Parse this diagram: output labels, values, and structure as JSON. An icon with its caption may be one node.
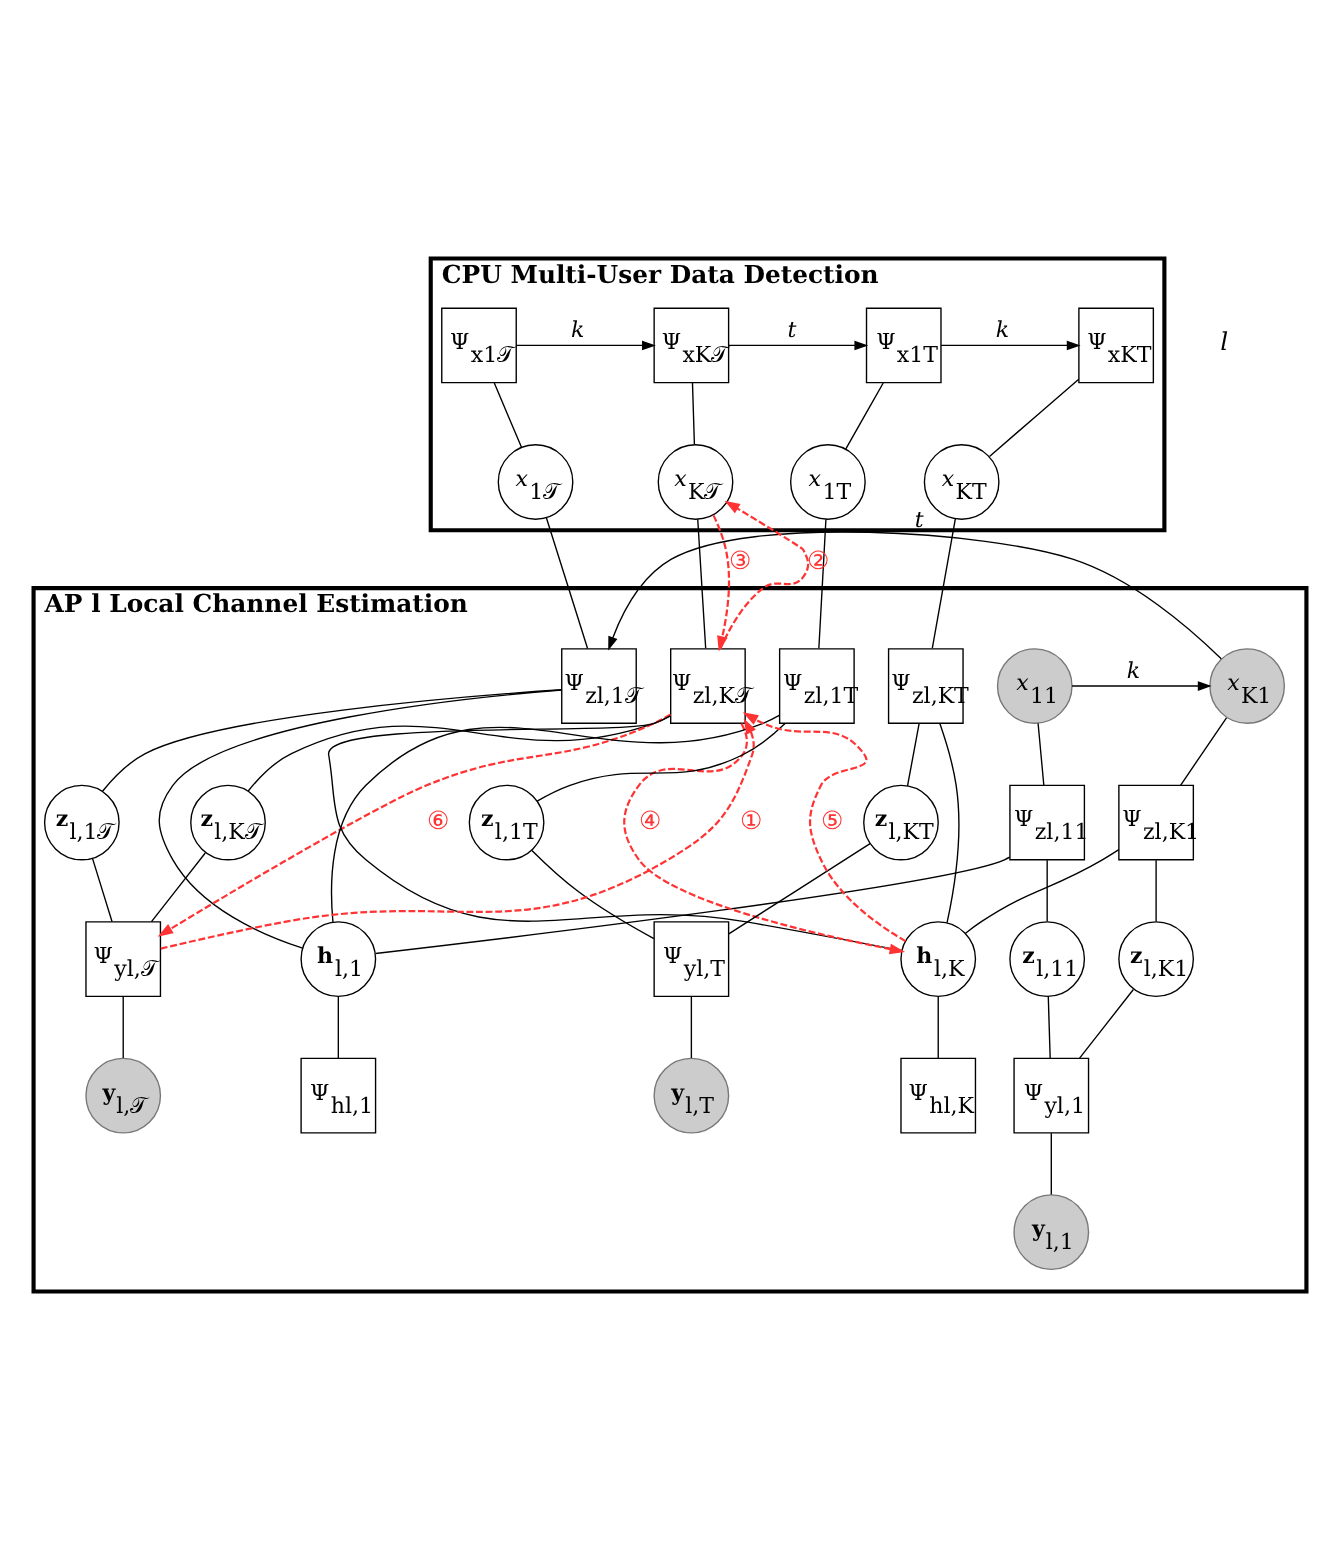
{
  "diagram": {
    "nodes": [
      {
        "text": [
          "CPU Multi-User Data Detection"
        ]
      },
      {
        "text": [
          "Ψ$_{x1𝒯}$"
        ],
        "in": 0
      },
      {
        "text": [
          "Ψ$_{xK𝒯}$"
        ],
        "in": 0
      },
      {
        "text": [
          "Ψ$_{x1T}$"
        ],
        "in": 0
      },
      {
        "text": [
          "Ψ$_{xKT}$"
        ],
        "in": 0
      },
      {
        "text": [
          "*x*$_{1𝒯}$"
        ],
        "in": 0
      },
      {
        "text": [
          "*x*$_{K𝒯}$"
        ],
        "in": 0
      },
      {
        "text": [
          "*x*$_{1T}$"
        ],
        "in": 0
      },
      {
        "text": [
          "*x*$_{KT}$"
        ],
        "in": 0
      },
      {
        "text": [
          "AP l Local Channel Estimation"
        ]
      },
      {
        "text": [
          "*x*$_{11}$"
        ],
        "in": 9
      },
      {
        "text": [
          "*x*$_{K1}$"
        ],
        "in": 9
      },
      {
        "text": [
          "Ψ$_{zl,1𝒯}$"
        ],
        "in": 9
      },
      {
        "text": [
          "Ψ$_{zl,K𝒯}$"
        ],
        "in": 9
      },
      {
        "text": [
          "Ψ$_{zl,1T}$"
        ],
        "in": 9
      },
      {
        "text": [
          "Ψ$_{zl,KT}$"
        ],
        "in": 9
      },
      {
        "text": [
          "Ψ$_{zl,11}$"
        ],
        "in": 9
      },
      {
        "text": [
          "Ψ$_{zl,K1}$"
        ],
        "in": 9
      },
      {
        "text": [
          "**z**$_{l,1𝒯}$"
        ],
        "in": 9
      },
      {
        "text": [
          "**z**$_{l,K𝒯}$"
        ],
        "in": 9
      },
      {
        "text": [
          "**z**$_{l,1T}$"
        ],
        "in": 9
      },
      {
        "text": [
          "**z**$_{l,KT}$"
        ],
        "in": 9
      },
      {
        "text": [
          "**z**$_{l,11}$"
        ],
        "in": 9
      },
      {
        "text": [
          "**z**$_{l,K1}$"
        ],
        "in": 9
      },
      {
        "text": [
          "Ψ$_{yl,𝒯}$"
        ],
        "in": 9
      },
      {
        "text": [
          "Ψ$_{yl,T}$"
        ],
        "in": 9
      },
      {
        "text": [
          "Ψ$_{yl,1}$"
        ],
        "in": 9
      },
      {
        "text": [
          "**y**$_{l,𝒯}$"
        ],
        "in": 9
      },
      {
        "text": [
          "**y**$_{l,T}$"
        ],
        "in": 9
      },
      {
        "text": [
          "**y**$_{l,1}$"
        ],
        "in": 9
      },
      {
        "text": [
          "**h**$_{l,1}$"
        ],
        "in": 9
      },
      {
        "text": [
          "**h**$_{l,K}$"
        ],
        "in": 9
      },
      {
        "text": [
          "Ψ$_{hl,1}$"
        ],
        "in": 9
      },
      {
        "text": [
          "Ψ$_{hl,K}$"
        ],
        "in": 9
      }
    ],
    "edges": [
      {
        "from": 1,
        "to": 2,
        "arrow": "to",
        "label": "k"
      },
      {
        "from": 2,
        "to": 3,
        "arrow": "to",
        "label": "t"
      },
      {
        "from": 3,
        "to": 4,
        "arrow": "to",
        "label": "k"
      },
      {
        "from": 1,
        "to": 5,
        "arrow": "none"
      },
      {
        "from": 2,
        "to": 6,
        "arrow": "none"
      },
      {
        "from": 3,
        "to": 7,
        "arrow": "none"
      },
      {
        "from": 4,
        "to": 8,
        "arrow": "none"
      },
      {
        "from": 5,
        "to": 12,
        "arrow": "none"
      },
      {
        "from": 6,
        "to": 13,
        "arrow": "none"
      },
      {
        "from": 7,
        "to": 14,
        "arrow": "none"
      },
      {
        "from": 8,
        "to": 15,
        "arrow": "none"
      },
      {
        "from": 10,
        "to": 11,
        "arrow": "to",
        "label": "k"
      },
      {
        "from": 11,
        "to": 12,
        "arrow": "to",
        "label": "t"
      },
      {
        "from": 10,
        "to": 16,
        "arrow": "none"
      },
      {
        "from": 11,
        "to": 17,
        "arrow": "none"
      },
      {
        "from": 16,
        "to": 22,
        "arrow": "none"
      },
      {
        "from": 17,
        "to": 23,
        "arrow": "none"
      },
      {
        "from": 22,
        "to": 26,
        "arrow": "none"
      },
      {
        "from": 23,
        "to": 26,
        "arrow": "none"
      },
      {
        "from": 26,
        "to": 29,
        "arrow": "none"
      },
      {
        "from": 12,
        "to": 18,
        "arrow": "none"
      },
      {
        "from": 13,
        "to": 19,
        "arrow": "none"
      },
      {
        "from": 18,
        "to": 24,
        "arrow": "none"
      },
      {
        "from": 19,
        "to": 24,
        "arrow": "none"
      },
      {
        "from": 24,
        "to": 27,
        "arrow": "none"
      },
      {
        "from": 14,
        "to": 20,
        "arrow": "none"
      },
      {
        "from": 15,
        "to": 21,
        "arrow": "none"
      },
      {
        "from": 20,
        "to": 25,
        "arrow": "none"
      },
      {
        "from": 21,
        "to": 25,
        "arrow": "none"
      },
      {
        "from": 25,
        "to": 28,
        "arrow": "none"
      },
      {
        "from": 16,
        "to": 30,
        "arrow": "none"
      },
      {
        "from": 12,
        "to": 30,
        "arrow": "none"
      },
      {
        "from": 14,
        "to": 30,
        "arrow": "none"
      },
      {
        "from": 17,
        "to": 31,
        "arrow": "none"
      },
      {
        "from": 13,
        "to": 31,
        "arrow": "none"
      },
      {
        "from": 15,
        "to": 31,
        "arrow": "none"
      },
      {
        "from": 30,
        "to": 32,
        "arrow": "none"
      },
      {
        "from": 31,
        "to": 33,
        "arrow": "none"
      },
      {
        "from": 24,
        "to": 13,
        "arrow": "to",
        "label": "①",
        "style": "dashed",
        "color": "#ff3333"
      },
      {
        "from": 13,
        "to": 6,
        "arrow": "to",
        "label": "②",
        "style": "dashed",
        "color": "#ff3333"
      },
      {
        "from": 6,
        "to": 13,
        "arrow": "to",
        "label": "③",
        "style": "dashed",
        "color": "#ff3333"
      },
      {
        "from": 13,
        "to": 31,
        "arrow": "to",
        "label": "④",
        "style": "dashed",
        "color": "#ff3333"
      },
      {
        "from": 31,
        "to": 13,
        "arrow": "to",
        "label": "⑤",
        "style": "dashed",
        "color": "#ff3333"
      },
      {
        "from": 13,
        "to": 24,
        "arrow": "to",
        "label": "⑥",
        "style": "dashed",
        "color": "#ff3333"
      }
    ],
    "labels": [
      "l"
    ]
  }
}
